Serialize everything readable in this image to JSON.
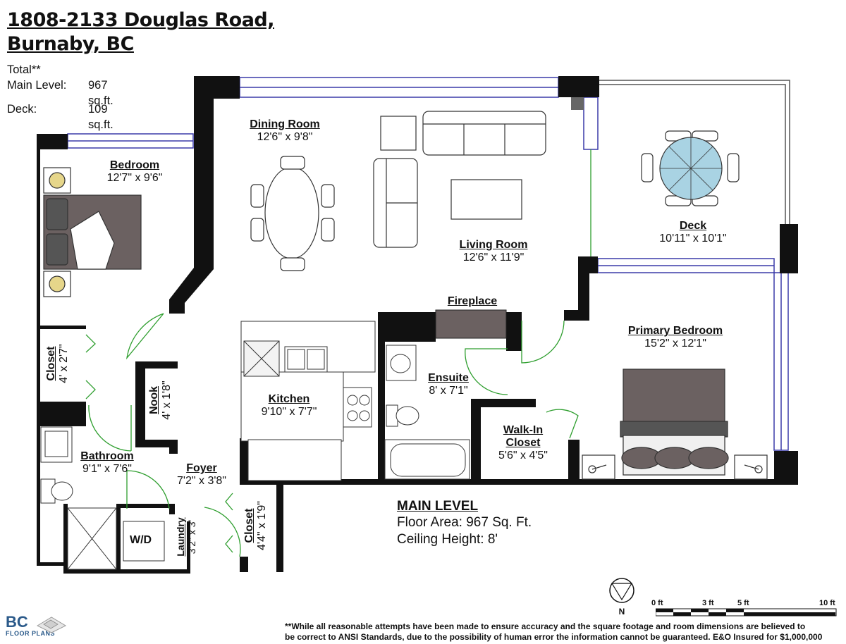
{
  "header": {
    "address_line1": "1808-2133 Douglas Road,",
    "address_line2": "Burnaby, BC"
  },
  "areas": {
    "total_label": "Total**",
    "main_label": "Main Level:",
    "main_value": "967 sq.ft.",
    "deck_label": "Deck:",
    "deck_value": "109 sq.ft."
  },
  "rooms": {
    "dining_room": {
      "name": "Dining Room",
      "dims": "12'6\" x 9'8\""
    },
    "bedroom": {
      "name": "Bedroom",
      "dims": "12'7\" x 9'6\""
    },
    "living_room": {
      "name": "Living Room",
      "dims": "12'6\" x 11'9\""
    },
    "deck": {
      "name": "Deck",
      "dims": "10'11\" x 10'1\""
    },
    "fireplace": {
      "name": "Fireplace"
    },
    "primary_bedroom": {
      "name": "Primary Bedroom",
      "dims": "15'2\" x 12'1\""
    },
    "closet_left": {
      "name": "Closet",
      "dims": "4' x 2'7\""
    },
    "nook": {
      "name": "Nook",
      "dims": "4' x 1'8\""
    },
    "kitchen": {
      "name": "Kitchen",
      "dims": "9'10\" x 7'7\""
    },
    "ensuite": {
      "name": "Ensuite",
      "dims": "8' x 7'1\""
    },
    "walk_in_closet": {
      "name_line1": "Walk-In",
      "name_line2": "Closet",
      "dims": "5'6\" x 4'5\""
    },
    "bathroom": {
      "name": "Bathroom",
      "dims": "9'1\" x 7'6\""
    },
    "foyer": {
      "name": "Foyer",
      "dims": "7'2\" x 3'8\""
    },
    "closet_foyer": {
      "name": "Closet",
      "dims": "4'4\" x 1'9\""
    },
    "laundry": {
      "name": "Laundry",
      "dims": "3'2\" x 3'"
    },
    "washer_dryer": {
      "label": "W/D"
    }
  },
  "main_level": {
    "title": "MAIN LEVEL",
    "floor_area": "Floor Area: 967 Sq. Ft.",
    "ceiling_height": "Ceiling Height: 8'"
  },
  "compass": {
    "label": "N",
    "icon": "north-arrow-icon"
  },
  "scale_bar": {
    "labels": [
      "0 ft",
      "3 ft",
      "5 ft",
      "10 ft"
    ]
  },
  "logo": {
    "text_line1": "BC",
    "text_line2": "FLOOR PLANS"
  },
  "disclaimer": {
    "line1": "**While all reasonable attempts have been made to ensure accuracy and the square footage and room dimensions are believed to",
    "line2": "be correct to ANSI Standards, due to the possibility of human error the information cannot be guaranteed. E&O Insured for $1,000,000"
  },
  "colors": {
    "wall": "#111111",
    "door_swing": "#2e9e2e",
    "window": "#3a3aa8",
    "furniture": "#6b6161",
    "table_top": "#a9d3e3"
  }
}
